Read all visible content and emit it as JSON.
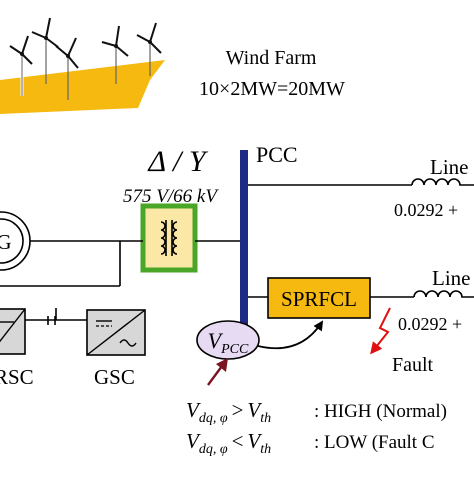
{
  "wind_farm": {
    "title": "Wind Farm",
    "rating": "10×2MW=20MW"
  },
  "transformer": {
    "connection": "Δ / Y",
    "voltage": "575 V/66 kV"
  },
  "bus": {
    "label": "PCC"
  },
  "lines": [
    {
      "name": "Line",
      "impedance": "0.0292 +"
    },
    {
      "name": "Line",
      "impedance": "0.0292 +"
    }
  ],
  "limiter": {
    "label": "SPRFCL"
  },
  "measurement": {
    "base": "V",
    "sub": "PCC"
  },
  "fault": {
    "label": "Fault"
  },
  "converters": {
    "rsc": "RSC",
    "gsc": "GSC"
  },
  "generator": {
    "label": "G"
  },
  "logic": [
    {
      "lhs_base": "V",
      "lhs_sub": "dq, φ",
      "op": ">",
      "rhs_base": "V",
      "rhs_sub": "th",
      "result": ": HIGH (Normal)"
    },
    {
      "lhs_base": "V",
      "lhs_sub": "dq, φ",
      "op": "<",
      "rhs_base": "V",
      "rhs_sub": "th",
      "result": ": LOW (Fault C"
    }
  ],
  "colors": {
    "ground": "#f5b90f",
    "limiter_fill": "#f5b90f",
    "bus": "#1f2a85",
    "transformer_border": "#4aa626",
    "transformer_fill": "#fbe8a6",
    "converter_fill": "#d7d7d7",
    "measure_fill": "#e6dbf2",
    "measure_arrow": "#7a1420",
    "fault": "#e01010"
  }
}
